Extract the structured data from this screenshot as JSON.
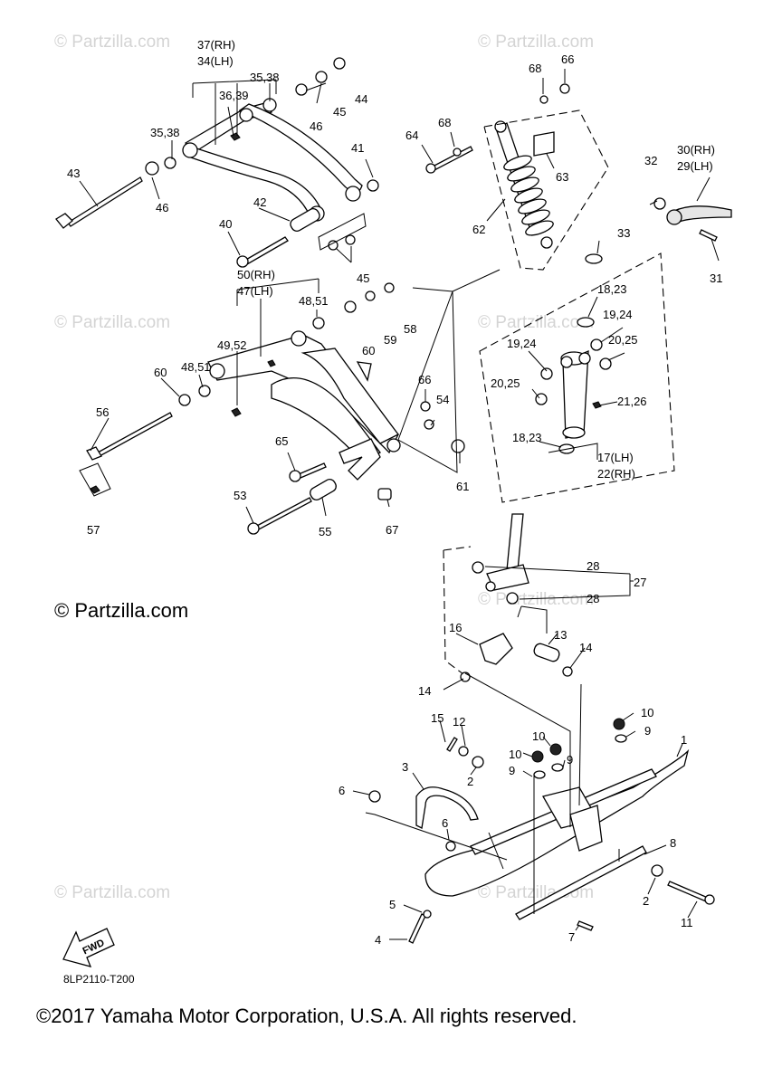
{
  "diagram": {
    "code": "8LP2110-T200",
    "copyright": "©2017 Yamaha Motor Corporation, U.S.A. All rights reserved.",
    "fwd_label": "FWD",
    "watermark": "© Partzilla.com",
    "callouts": {
      "c1": "1",
      "c2a": "2",
      "c2b": "2",
      "c3": "3",
      "c4": "4",
      "c5": "5",
      "c6a": "6",
      "c6b": "6",
      "c7": "7",
      "c8": "8",
      "c9a": "9",
      "c9b": "9",
      "c9c": "9",
      "c10a": "10",
      "c10b": "10",
      "c10c": "10",
      "c11": "11",
      "c12": "12",
      "c13": "13",
      "c14a": "14",
      "c14b": "14",
      "c15": "15",
      "c16": "16",
      "c17": "17(LH)",
      "c22": "22(RH)",
      "c18a": "18,23",
      "c18b": "18,23",
      "c19a": "19,24",
      "c19b": "19,24",
      "c20a": "20,25",
      "c20b": "20,25",
      "c21": "21,26",
      "c27": "27",
      "c28a": "28",
      "c28b": "28",
      "c30": "30(RH)",
      "c29": "29(LH)",
      "c31": "31",
      "c32": "32",
      "c33": "33",
      "c37": "37(RH)",
      "c34": "34(LH)",
      "c3538a": "35,38",
      "c3538b": "35,38",
      "c3639": "36,39",
      "c40": "40",
      "c41": "41",
      "c42": "42",
      "c43": "43",
      "c44": "44",
      "c45a": "45",
      "c45b": "45",
      "c46a": "46",
      "c46b": "46",
      "c50": "50(RH)",
      "c47": "47(LH)",
      "c4851a": "48,51",
      "c4851b": "48,51",
      "c4952": "49,52",
      "c53": "53",
      "c54": "54",
      "c55": "55",
      "c56": "56",
      "c57": "57",
      "c58": "58",
      "c59": "59",
      "c60a": "60",
      "c60b": "60",
      "c61": "61",
      "c62": "62",
      "c63": "63",
      "c64": "64",
      "c65": "65",
      "c66a": "66",
      "c66b": "66",
      "c67": "67",
      "c68a": "68",
      "c68b": "68"
    }
  }
}
